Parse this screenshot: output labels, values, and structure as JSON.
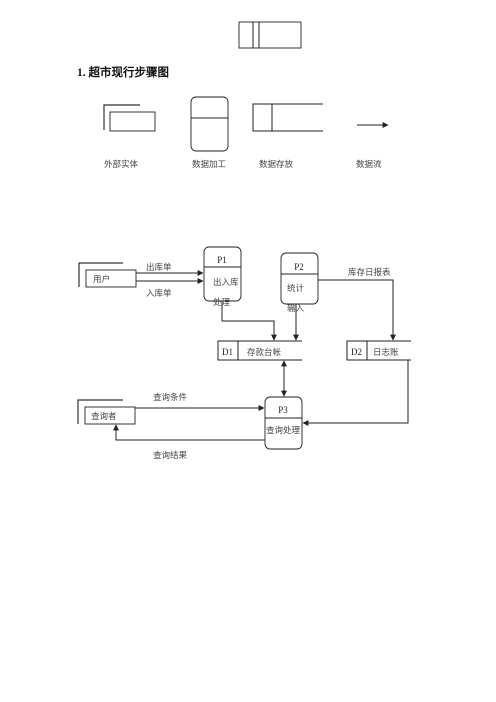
{
  "heading": "1.  超市现行步骤图",
  "legend": {
    "entity": "外部实体",
    "process": "数据加工",
    "store": "数据存放",
    "flow": "数据流"
  },
  "entities": {
    "user": "用户",
    "inquirer": "查询者"
  },
  "processes": {
    "p1": {
      "id": "P1",
      "line1": "出入库",
      "line2": "处理"
    },
    "p2": {
      "id": "P2",
      "line1": "统计",
      "line2": "输入"
    },
    "p3": {
      "id": "P3",
      "line1": "查询处理"
    }
  },
  "stores": {
    "d1": {
      "id": "D1",
      "name": "存款台帐"
    },
    "d2": {
      "id": "D2",
      "name": "日志账"
    }
  },
  "flows": {
    "outbound": "出库单",
    "inbound": "入库单",
    "daily_report": "库存日报表",
    "query_condition": "查询条件",
    "query_result": "查询结果"
  },
  "colors": {
    "line": "#222222",
    "text": "#444444"
  }
}
